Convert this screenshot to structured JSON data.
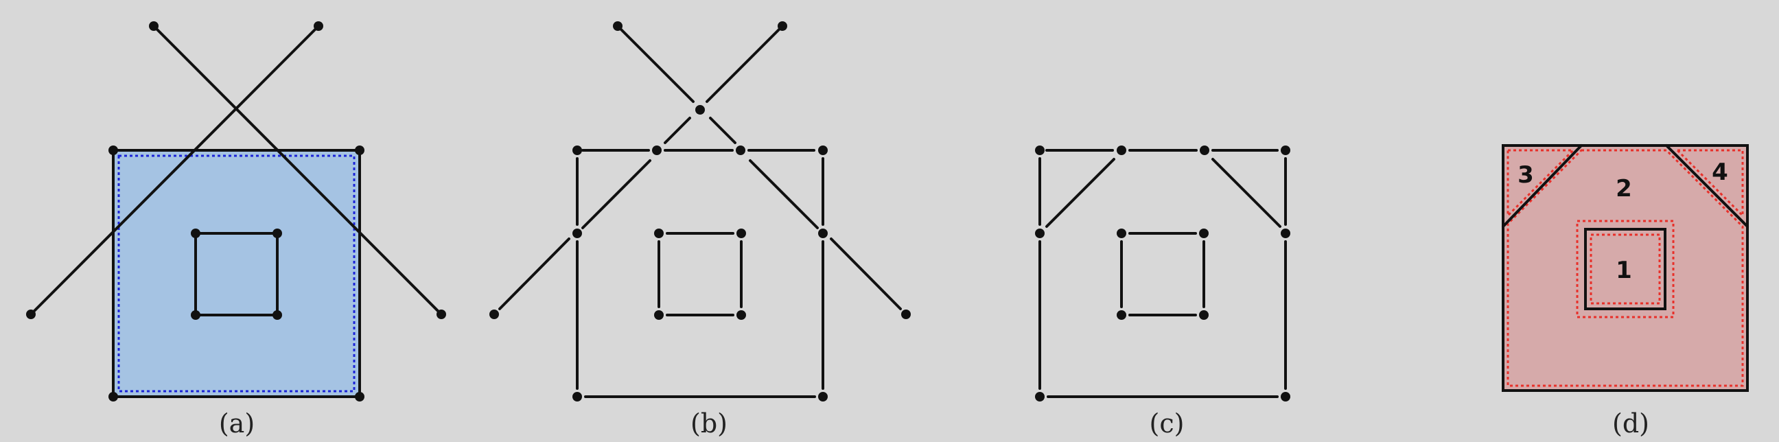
{
  "panels": [
    {
      "id": "a",
      "caption": "(a)"
    },
    {
      "id": "b",
      "caption": "(b)"
    },
    {
      "id": "c",
      "caption": "(c)"
    },
    {
      "id": "d",
      "caption": "(d)"
    }
  ],
  "regions": [
    {
      "id": "region-1",
      "label": "1"
    },
    {
      "id": "region-2",
      "label": "2"
    },
    {
      "id": "region-3",
      "label": "3"
    },
    {
      "id": "region-4",
      "label": "4"
    }
  ],
  "colors": {
    "background": "#d8d8d8",
    "blue_fill": "#a5c3e3",
    "blue_dotted": "#1c24d8",
    "red_fill": "#d6aaaa",
    "red_dotted": "#e8302a",
    "stroke": "#111111"
  }
}
